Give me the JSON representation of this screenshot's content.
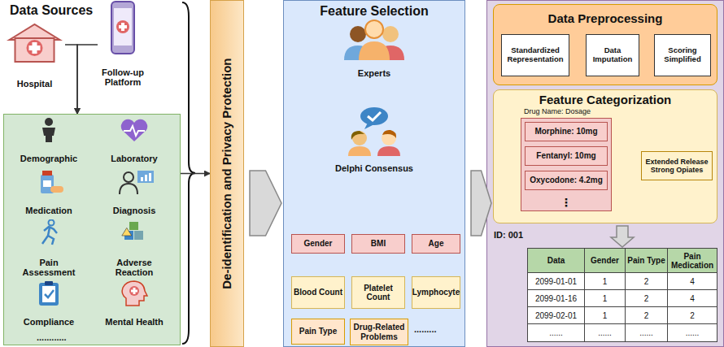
{
  "diagram": {
    "nodes": [
      {
        "text": [
          "Hospital"
        ]
      },
      {
        "text": [
          "Follow-up Platform"
        ]
      },
      {
        "text": [
          "............"
        ]
      },
      {
        "text": [
          "Demographic"
        ],
        "in": 2
      },
      {
        "text": [
          "Laboratory"
        ],
        "in": 2
      },
      {
        "text": [
          "Medication"
        ],
        "in": 2
      },
      {
        "text": [
          "Diagnosis"
        ],
        "in": 2
      },
      {
        "text": [
          "Pain Assessment"
        ],
        "in": 2
      },
      {
        "text": [
          "Adverse Reaction"
        ],
        "in": 2
      },
      {
        "text": [
          "Compliance"
        ],
        "in": 2
      },
      {
        "text": [
          "Mental Health"
        ],
        "in": 2
      },
      {
        "text": [
          "De-identification and Privacy Protection"
        ]
      },
      {
        "text": [
          "Feature Selection",
          "........."
        ]
      },
      {
        "text": [
          "Experts"
        ],
        "in": 12
      },
      {
        "text": [
          "Delphi Consensus"
        ],
        "in": 12
      },
      {
        "text": [
          "Gender"
        ],
        "in": 12
      },
      {
        "text": [
          "BMI"
        ],
        "in": 12
      },
      {
        "text": [
          "Age"
        ],
        "in": 12
      },
      {
        "text": [
          "Blood Count"
        ],
        "in": 12
      },
      {
        "text": [
          "Platelet Count"
        ],
        "in": 12
      },
      {
        "text": [
          "Lymphocyte"
        ],
        "in": 12
      },
      {
        "text": [
          "Pain Type"
        ],
        "in": 12
      },
      {
        "text": [
          "Drug-Related Problems"
        ],
        "in": 12
      },
      {
        "text": [
          "Data Preprocessing"
        ]
      },
      {
        "text": [
          "Standardized Representation"
        ],
        "in": 23
      },
      {
        "text": [
          "Data Imputation"
        ],
        "in": 23
      },
      {
        "text": [
          "Scoring Simplified"
        ],
        "in": 23
      },
      {
        "text": [
          "Feature Categorization",
          "Drug Name: Dosage"
        ]
      },
      {
        "text": [
          "⋮"
        ],
        "in": 27
      },
      {
        "text": [
          "Morphine: 10mg"
        ],
        "in": 28
      },
      {
        "text": [
          "Fentanyl: 10mg"
        ],
        "in": 28
      },
      {
        "text": [
          "Oxycodone: 4.2mg"
        ],
        "in": 28
      },
      {
        "text": [
          "Extended Release Strong Opiates"
        ],
        "in": 27
      },
      {
        "text": [
          "ID: 001"
        ]
      }
    ],
    "edges": [
      {
        "from": 0,
        "to": 2,
        "arrow": "to"
      },
      {
        "from": 1,
        "to": 2,
        "arrow": "to"
      },
      {
        "from": 2,
        "to": 11,
        "arrow": "to"
      },
      {
        "from": 11,
        "to": 12,
        "arrow": "to"
      },
      {
        "from": 12,
        "to": 27,
        "arrow": "to"
      },
      {
        "from": 13,
        "to": 14,
        "arrow": "to"
      },
      {
        "from": 14,
        "to": 15,
        "arrow": "to"
      },
      {
        "from": 14,
        "to": 16,
        "arrow": "to"
      },
      {
        "from": 14,
        "to": 17,
        "arrow": "to"
      },
      {
        "from": 28,
        "to": 32,
        "arrow": "none"
      },
      {
        "from": 27,
        "to": 33,
        "arrow": "to"
      }
    ],
    "labels": [
      "Data Sources",
      "Data",
      "Gender",
      "Pain Type",
      "Pain Medication",
      "2099-01-01",
      "1",
      "2",
      "4",
      "2099-01-16",
      "1",
      "2",
      "4",
      "2099-02-01",
      "1",
      "2",
      "2",
      "......",
      "......",
      "......",
      "......"
    ]
  }
}
